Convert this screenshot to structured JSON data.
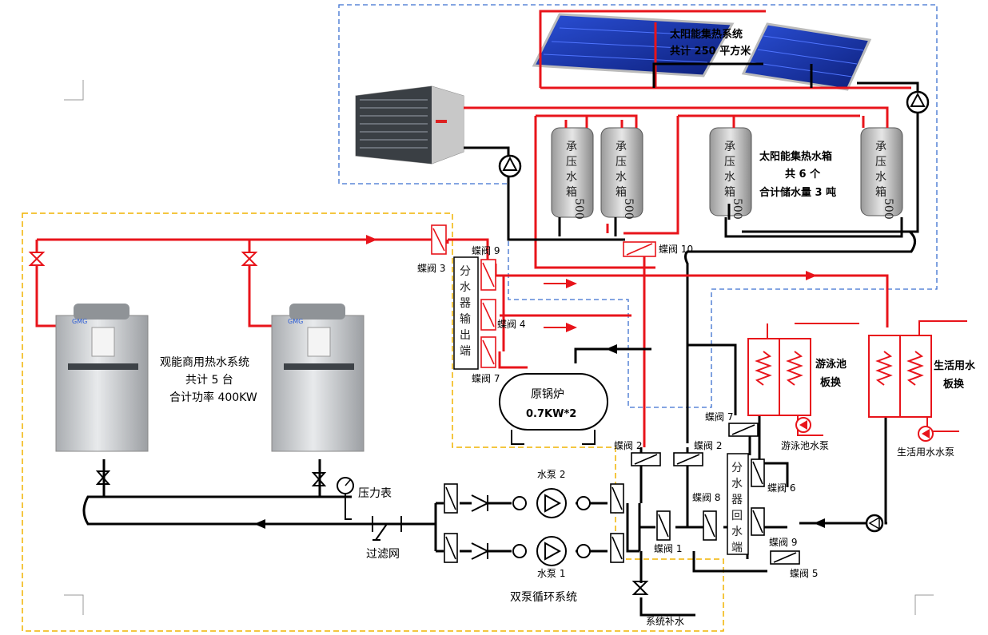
{
  "solar_system": {
    "title": "太阳能集热系统",
    "subtitle": "共计 250 平方米"
  },
  "solar_tanks": {
    "title": "太阳能集热水箱",
    "count": "共 6 个",
    "capacity": "合计储水量 3 吨"
  },
  "tank_labels": [
    {
      "line1": "承",
      "line2": "压",
      "line3": "水",
      "line4": "箱",
      "vol": "500"
    },
    {
      "line1": "承",
      "line2": "压",
      "line3": "水",
      "line4": "箱",
      "vol": "500"
    },
    {
      "line1": "承",
      "line2": "压",
      "line3": "水",
      "line4": "箱",
      "vol": "500"
    },
    {
      "line1": "承",
      "line2": "压",
      "line3": "水",
      "line4": "箱",
      "vol": "500"
    }
  ],
  "heat_pump_system": {
    "title": "观能商用热水系统",
    "units": "共计 5 台",
    "power": "合计功率 400KW"
  },
  "boiler": {
    "title": "原锅炉",
    "spec": "0.7KW*2"
  },
  "distributor_out": [
    "分",
    "水",
    "器",
    "输",
    "出",
    "端"
  ],
  "distributor_ret": [
    "分",
    "水",
    "器",
    "回",
    "水",
    "端"
  ],
  "pool_hx": {
    "line1": "游泳池",
    "line2": "板换"
  },
  "dhw_hx": {
    "line1": "生活用水",
    "line2": "板换"
  },
  "pumps": {
    "pool": "游泳池水泵",
    "dhw": "生活用水水泵",
    "pump1": "水泵 1",
    "pump2": "水泵 2",
    "dual": "双泵循环系统"
  },
  "valves": {
    "v1": "蝶阀 1",
    "v2a": "蝶阀 2",
    "v2b": "蝶阀 2",
    "v3": "蝶阀 3",
    "v4": "蝶阀 4",
    "v5": "蝶阀 5",
    "v6": "蝶阀 6",
    "v7a": "蝶阀 7",
    "v7b": "蝶阀 7",
    "v8": "蝶阀 8",
    "v9a": "蝶阀 9",
    "v9b": "蝶阀 9",
    "v10": "蝶阀 10"
  },
  "misc": {
    "gauge": "压力表",
    "filter": "过滤网",
    "makeup": "系统补水",
    "brand": "GMG"
  }
}
